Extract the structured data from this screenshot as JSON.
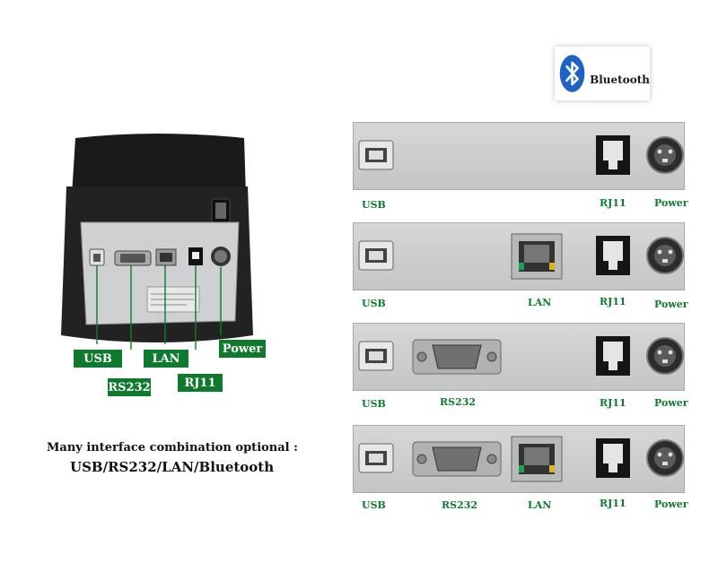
{
  "bluetooth_badge": {
    "label": "Bluetooth"
  },
  "printer_labels": {
    "usb": "USB",
    "rs232": "RS232",
    "lan": "LAN",
    "rj11": "RJ11",
    "power": "Power"
  },
  "caption": {
    "line1": "Many interface combination optional :",
    "line2": "USB/RS232/LAN/Bluetooth"
  },
  "panels": [
    {
      "labels": {
        "usb": "USB",
        "rj11": "RJ11",
        "power": "Power"
      }
    },
    {
      "labels": {
        "usb": "USB",
        "lan": "LAN",
        "rj11": "RJ11",
        "power": "Power"
      }
    },
    {
      "labels": {
        "usb": "USB",
        "rs232": "RS232",
        "rj11": "RJ11",
        "power": "Power"
      }
    },
    {
      "labels": {
        "usb": "USB",
        "rs232": "RS232",
        "lan": "LAN",
        "rj11": "RJ11",
        "power": "Power"
      }
    }
  ],
  "colors": {
    "label_green": "#0f7a2e",
    "panel_grey": "#cfd0d1",
    "bluetooth_blue": "#1e63c4"
  },
  "icons": [
    "bluetooth-icon",
    "usb-port-icon",
    "rs232-port-icon",
    "lan-port-icon",
    "rj11-port-icon",
    "power-port-icon"
  ]
}
